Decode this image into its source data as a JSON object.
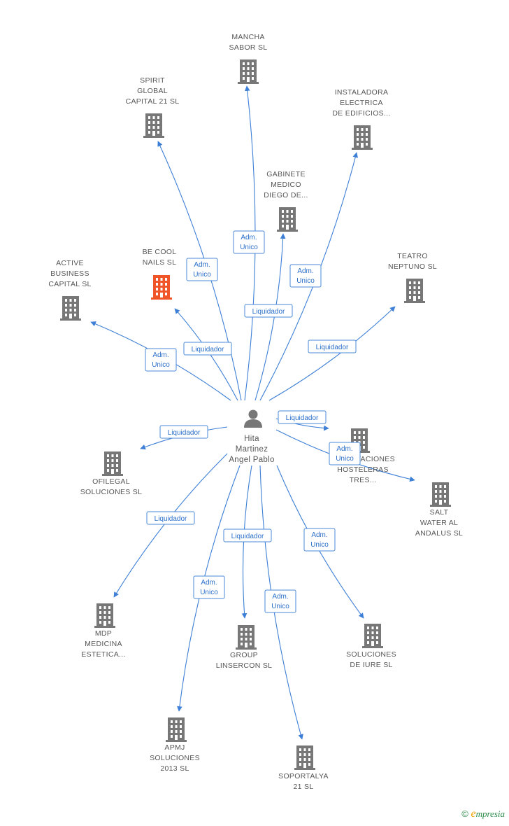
{
  "diagram": {
    "center": {
      "lines": [
        "Hita",
        "Martinez",
        "Angel Pablo"
      ]
    },
    "colors": {
      "edge": "#3d7fd6",
      "building": "#777777",
      "highlight": "#f0552a",
      "person": "#777777"
    },
    "nodes": [
      {
        "id": "mancha",
        "lines": [
          "MANCHA",
          "SABOR  SL"
        ],
        "highlight": false,
        "role": "Adm. Unico"
      },
      {
        "id": "spirit",
        "lines": [
          "SPIRIT",
          "GLOBAL",
          "CAPITAL 21 SL"
        ],
        "highlight": false,
        "role": "Adm. Unico"
      },
      {
        "id": "instaladora",
        "lines": [
          "INSTALADORA",
          "ELECTRICA",
          "DE EDIFICIOS..."
        ],
        "highlight": false,
        "role": "Adm. Unico"
      },
      {
        "id": "gabinete",
        "lines": [
          "GABINETE",
          "MEDICO",
          "DIEGO DE..."
        ],
        "highlight": false,
        "role": "Liquidador"
      },
      {
        "id": "becool",
        "lines": [
          "BE COOL",
          "NAILS SL"
        ],
        "highlight": true,
        "role": "Liquidador"
      },
      {
        "id": "active",
        "lines": [
          "ACTIVE",
          "BUSINESS",
          "CAPITAL SL"
        ],
        "highlight": false,
        "role": "Adm. Unico"
      },
      {
        "id": "teatro",
        "lines": [
          "TEATRO",
          "NEPTUNO  SL"
        ],
        "highlight": false,
        "role": "Liquidador"
      },
      {
        "id": "explotaciones",
        "lines": [
          "EXPLOTACIONES",
          "HOSTELERAS",
          "TRES..."
        ],
        "highlight": false,
        "role": "Liquidador"
      },
      {
        "id": "salt",
        "lines": [
          "SALT",
          "WATER AL",
          "ANDALUS SL"
        ],
        "highlight": false,
        "role": "Adm. Unico"
      },
      {
        "id": "ofilegal",
        "lines": [
          "OFILEGAL",
          "SOLUCIONES SL"
        ],
        "highlight": false,
        "role": "Liquidador"
      },
      {
        "id": "mdp",
        "lines": [
          "MDP",
          "MEDICINA",
          "ESTETICA..."
        ],
        "highlight": false,
        "role": "Liquidador"
      },
      {
        "id": "group",
        "lines": [
          "GROUP",
          "LINSERCON SL"
        ],
        "highlight": false,
        "role": "Liquidador"
      },
      {
        "id": "soluciones",
        "lines": [
          "SOLUCIONES",
          "DE IURE SL"
        ],
        "highlight": false,
        "role": "Adm. Unico"
      },
      {
        "id": "apmj",
        "lines": [
          "APMJ",
          "SOLUCIONES",
          "2013 SL"
        ],
        "highlight": false,
        "role": "Adm. Unico"
      },
      {
        "id": "soportalya",
        "lines": [
          "SOPORTALYA",
          "21 SL"
        ],
        "highlight": false,
        "role": "Adm. Unico"
      }
    ]
  },
  "footer": {
    "copyright": "©",
    "brand_initial": "e",
    "brand_rest": "mpresia"
  }
}
